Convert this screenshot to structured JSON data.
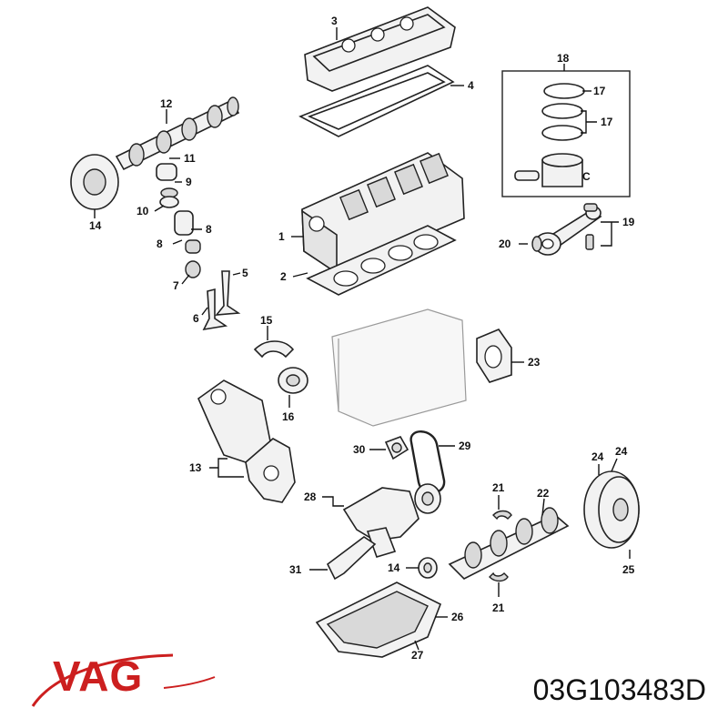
{
  "brand": {
    "name": "VAG",
    "color": "#cc1f1f"
  },
  "part_number": "03G103483D",
  "callouts": [
    {
      "id": "c3",
      "text": "3"
    },
    {
      "id": "c4",
      "text": "4"
    },
    {
      "id": "c18",
      "text": "18"
    },
    {
      "id": "c17a",
      "text": "17"
    },
    {
      "id": "c17b",
      "text": "17"
    },
    {
      "id": "c12",
      "text": "12"
    },
    {
      "id": "c11",
      "text": "11"
    },
    {
      "id": "c9",
      "text": "9"
    },
    {
      "id": "c10",
      "text": "10"
    },
    {
      "id": "c14a",
      "text": "14"
    },
    {
      "id": "c8a",
      "text": "8"
    },
    {
      "id": "c8b",
      "text": "8"
    },
    {
      "id": "c1",
      "text": "1"
    },
    {
      "id": "c19",
      "text": "19"
    },
    {
      "id": "c20",
      "text": "20"
    },
    {
      "id": "c2",
      "text": "2"
    },
    {
      "id": "c5",
      "text": "5"
    },
    {
      "id": "c7",
      "text": "7"
    },
    {
      "id": "c6",
      "text": "6"
    },
    {
      "id": "c15",
      "text": "15"
    },
    {
      "id": "c23",
      "text": "23"
    },
    {
      "id": "c16",
      "text": "16"
    },
    {
      "id": "c29",
      "text": "29"
    },
    {
      "id": "c30",
      "text": "30"
    },
    {
      "id": "c13",
      "text": "13"
    },
    {
      "id": "c24a",
      "text": "24"
    },
    {
      "id": "c24b",
      "text": "24"
    },
    {
      "id": "c21a",
      "text": "21"
    },
    {
      "id": "c22",
      "text": "22"
    },
    {
      "id": "c28",
      "text": "28"
    },
    {
      "id": "c31",
      "text": "31"
    },
    {
      "id": "c14b",
      "text": "14"
    },
    {
      "id": "c25",
      "text": "25"
    },
    {
      "id": "c21b",
      "text": "21"
    },
    {
      "id": "c26",
      "text": "26"
    },
    {
      "id": "c27",
      "text": "27"
    }
  ],
  "piston_mark": "C"
}
